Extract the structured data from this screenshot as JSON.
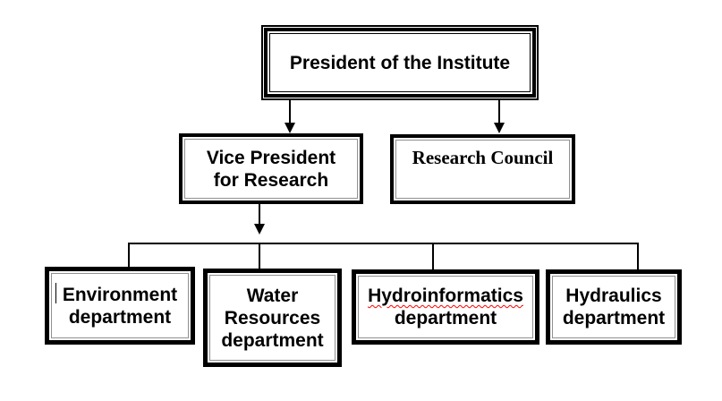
{
  "org_chart": {
    "nodes": {
      "president": {
        "label": "President of the Institute",
        "border_style": "triple-line"
      },
      "vice_president_research": {
        "label": "Vice President\nfor Research",
        "border_style": "thick-with-thin-inner"
      },
      "research_council": {
        "label": "Research Council",
        "border_style": "thick-with-thin-inner",
        "font": "serif-bold"
      },
      "dept_environment": {
        "label": "Environment\ndepartment",
        "border_style": "thick-with-thin-inner"
      },
      "dept_water_resources": {
        "label": "Water\nResources\ndepartment",
        "border_style": "thick-with-thin-inner"
      },
      "dept_hydroinformatics": {
        "word1": "Hydroinformatics",
        "word2": "department",
        "spellcheck_squiggle_under": "Hydroinformatics",
        "border_style": "thick-with-thin-inner"
      },
      "dept_hydraulics": {
        "label": "Hydraulics\ndepartment",
        "border_style": "thick-with-thin-inner"
      }
    },
    "edges": [
      {
        "from": "president",
        "to": "vice_president_research",
        "type": "arrow"
      },
      {
        "from": "president",
        "to": "research_council",
        "type": "arrow"
      },
      {
        "from": "vice_president_research",
        "to": "dept_environment",
        "type": "tree-line"
      },
      {
        "from": "vice_president_research",
        "to": "dept_water_resources",
        "type": "tree-line"
      },
      {
        "from": "vice_president_research",
        "to": "dept_hydroinformatics",
        "type": "tree-line"
      },
      {
        "from": "vice_president_research",
        "to": "dept_hydraulics",
        "type": "tree-line"
      }
    ],
    "artifacts": {
      "text_cursor_in": "dept_environment"
    }
  },
  "colors": {
    "background": "#ffffff",
    "text": "#000000",
    "border": "#000000",
    "inner_thin_line": "#909090",
    "spellcheck_underline": "#ff0000"
  }
}
